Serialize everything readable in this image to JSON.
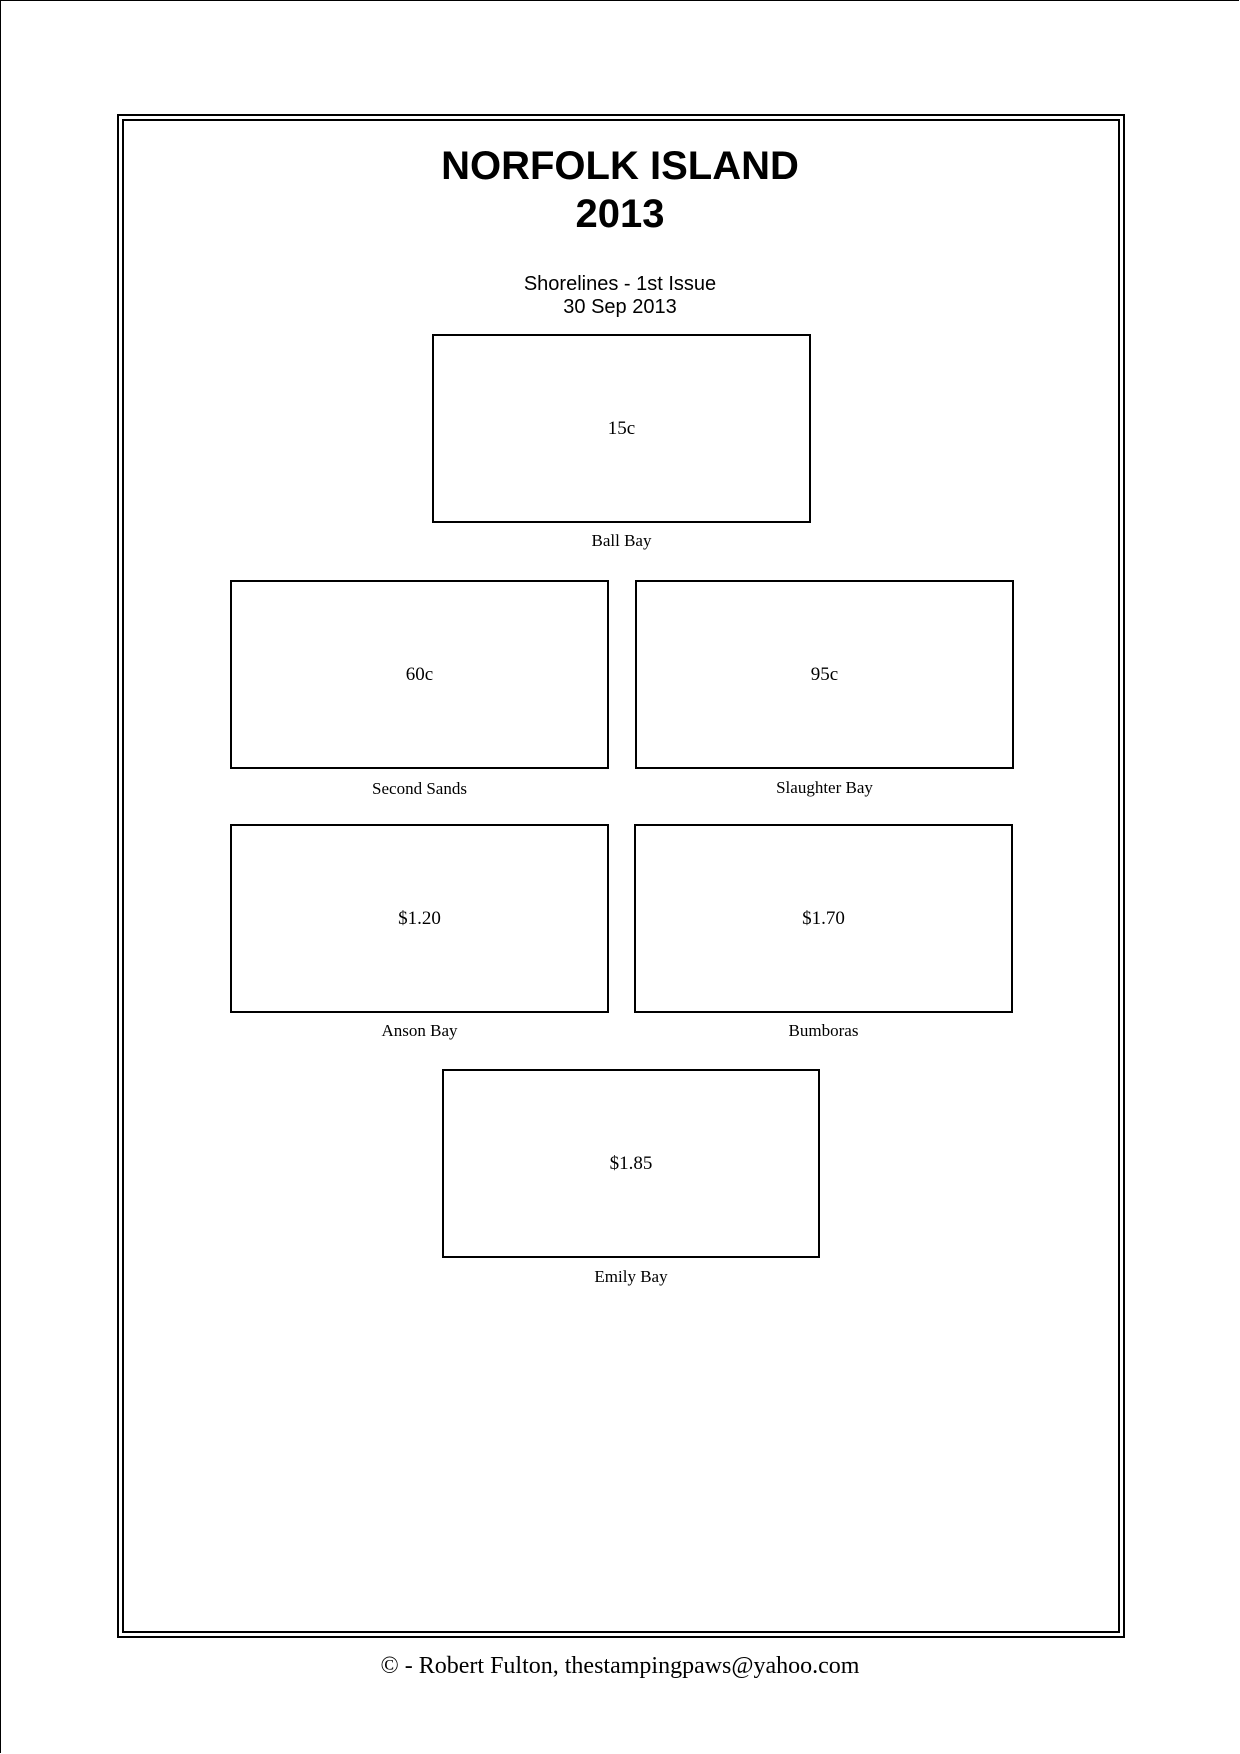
{
  "header": {
    "country": "NORFOLK ISLAND",
    "year": "2013",
    "issue_name": "Shorelines - 1st Issue",
    "issue_date": "30 Sep 2013"
  },
  "stamps": [
    {
      "denomination": "15c",
      "caption": "Ball Bay"
    },
    {
      "denomination": "60c",
      "caption": "Second Sands"
    },
    {
      "denomination": "95c",
      "caption": "Slaughter Bay"
    },
    {
      "denomination": "$1.20",
      "caption": "Anson Bay"
    },
    {
      "denomination": "$1.70",
      "caption": "Bumboras"
    },
    {
      "denomination": "$1.85",
      "caption": "Emily Bay"
    }
  ],
  "footer": {
    "copyright": "©  -  Robert Fulton, thestampingpaws@yahoo.com"
  }
}
